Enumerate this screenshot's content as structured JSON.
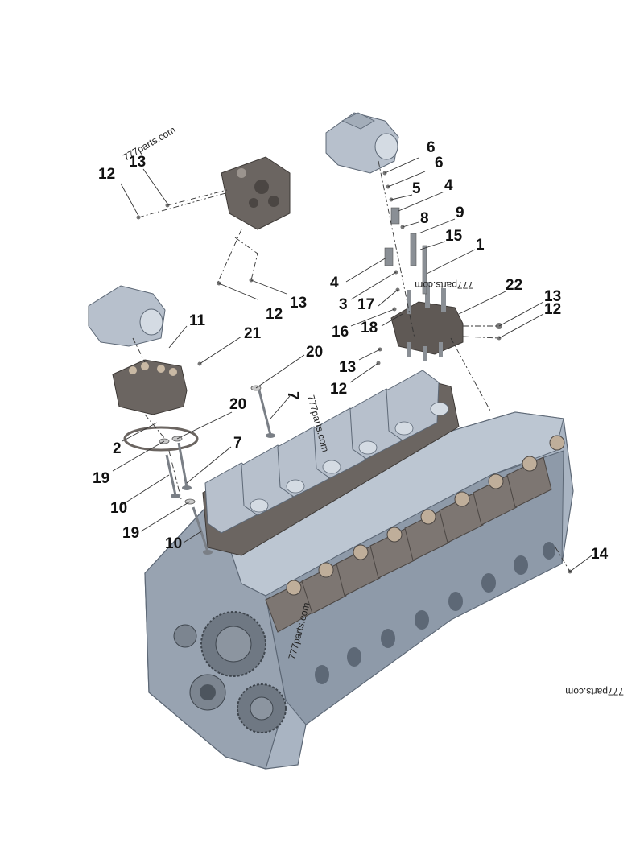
{
  "callouts": [
    "12",
    "13",
    "6",
    "6",
    "5",
    "4",
    "8",
    "9",
    "15",
    "1",
    "22",
    "13",
    "12",
    "13",
    "12",
    "4",
    "3",
    "17",
    "16",
    "18",
    "13",
    "12",
    "11",
    "21",
    "20",
    "2",
    "20",
    "7",
    "7",
    "19",
    "10",
    "19",
    "10",
    "14"
  ],
  "watermark": "777parts.com",
  "colors": {
    "block": "#a9b4c2",
    "block_dark": "#7f8b9a",
    "block_shadow": "#5d6876",
    "head": "#6b6561",
    "head_dark": "#4b4643",
    "cover": "#b7c0cc",
    "metal": "#8a8f95"
  }
}
